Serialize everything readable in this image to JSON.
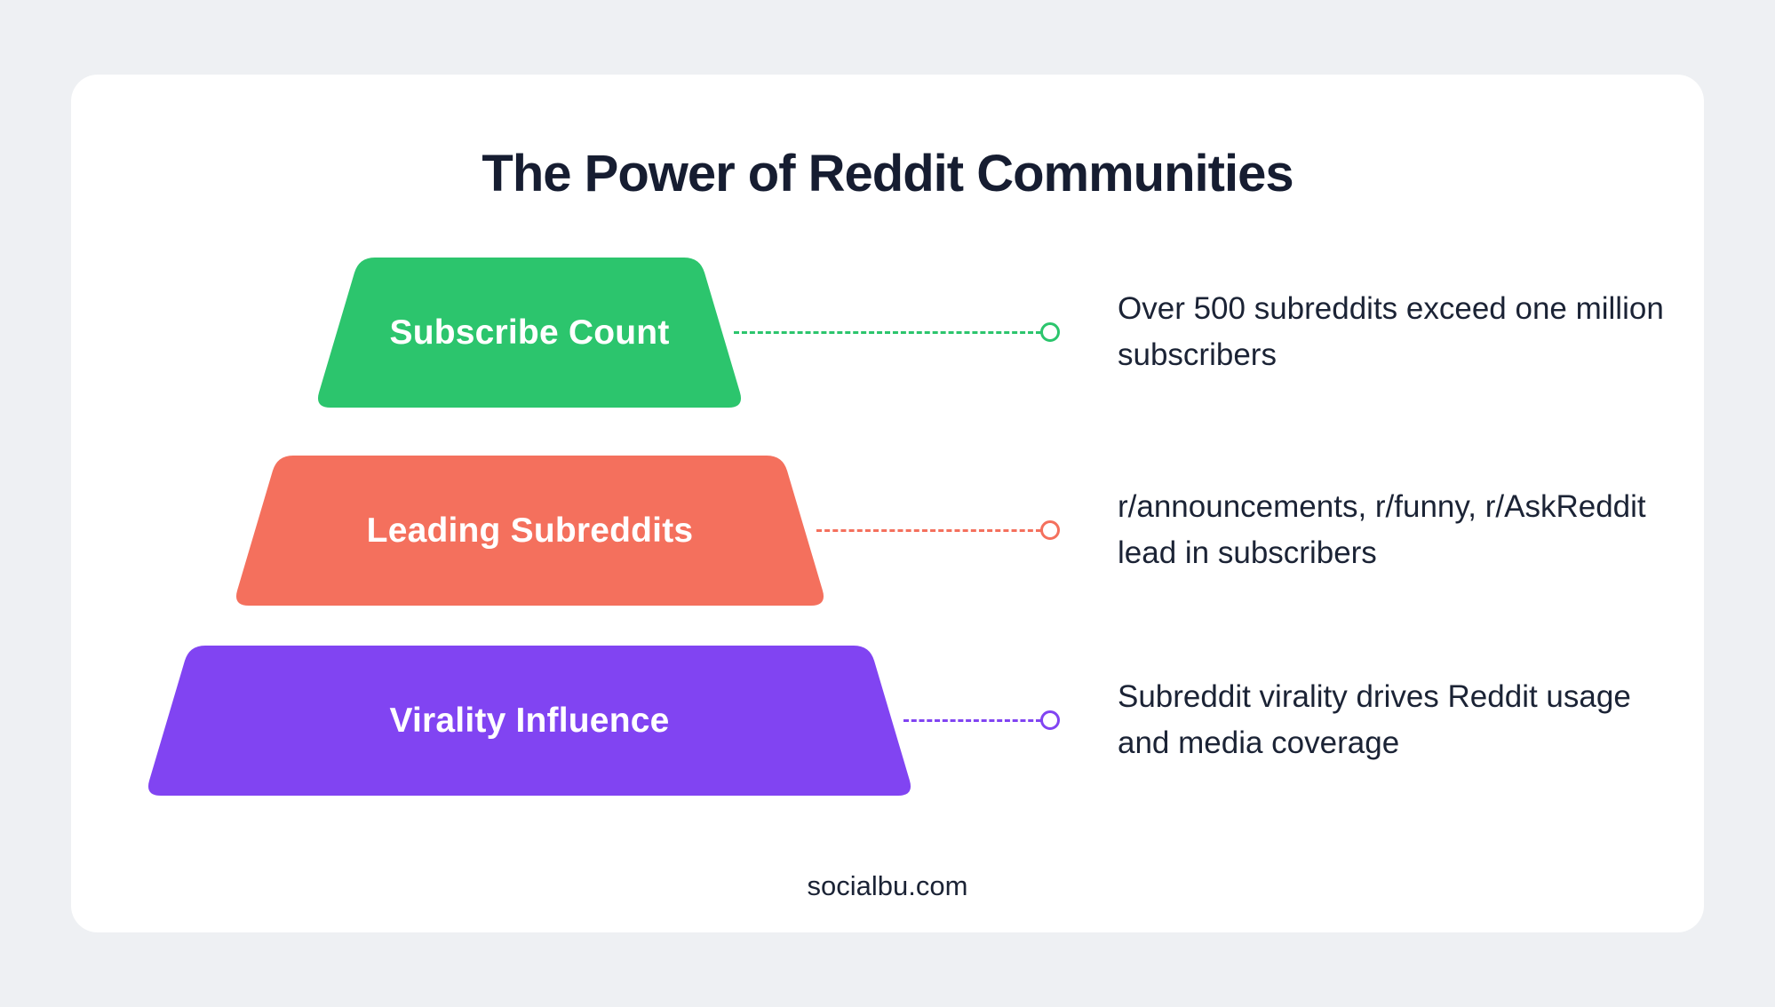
{
  "page": {
    "title": "The Power of Reddit Communities",
    "footer": "socialbu.com",
    "background_color": "#eef0f3",
    "card_color": "#ffffff",
    "text_color": "#1b2335"
  },
  "tiers": [
    {
      "label": "Subscribe Count",
      "description": "Over 500 subreddits exceed one million subscribers",
      "color": "#2cc56d"
    },
    {
      "label": "Leading Subreddits",
      "description": "r/announcements, r/funny, r/AskReddit lead in subscribers",
      "color": "#f4705d"
    },
    {
      "label": "Virality Influence",
      "description": "Subreddit virality drives Reddit usage and media coverage",
      "color": "#8144f2"
    }
  ]
}
